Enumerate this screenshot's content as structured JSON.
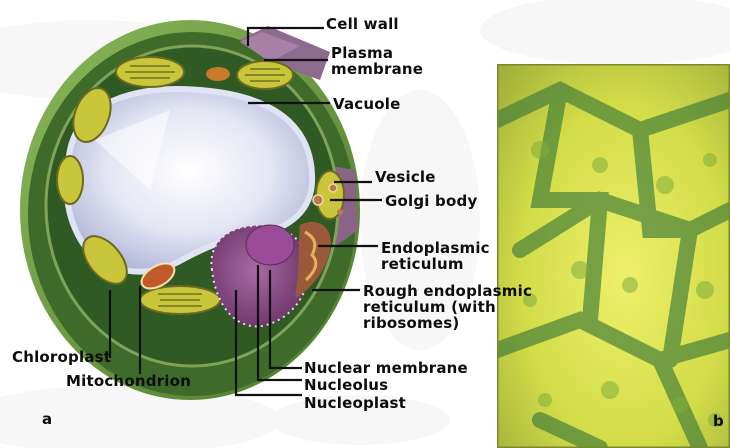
{
  "figure": {
    "panel_a_letter": "a",
    "panel_b_letter": "b",
    "labels": {
      "cell_wall": "Cell wall",
      "plasma_membrane": "Plasma\nmembrane",
      "vacuole": "Vacuole",
      "vesicle": "Vesicle",
      "golgi_body": "Golgi body",
      "endoplasmic_reticulum": "Endoplasmic\nreticulum",
      "rough_er": "Rough endoplasmic\nreticulum (with\nribosomes)",
      "chloroplast": "Chloroplast",
      "mitochondrion": "Mitochondrion",
      "nuclear_membrane": "Nuclear membrane",
      "nucleolus": "Nucleolus",
      "nucleoplast": "Nucleoplast"
    }
  },
  "colors": {
    "cell_wall_green": "#5e8f35",
    "cytoplasm_green": "#3f6b2a",
    "vacuole_blue": "#c9cde8",
    "nucleus_purple": "#8a4d86",
    "chloroplast_yellow": "#c9c63c",
    "micrograph_yellow": "#dce35a",
    "leader_line": "#111111"
  }
}
